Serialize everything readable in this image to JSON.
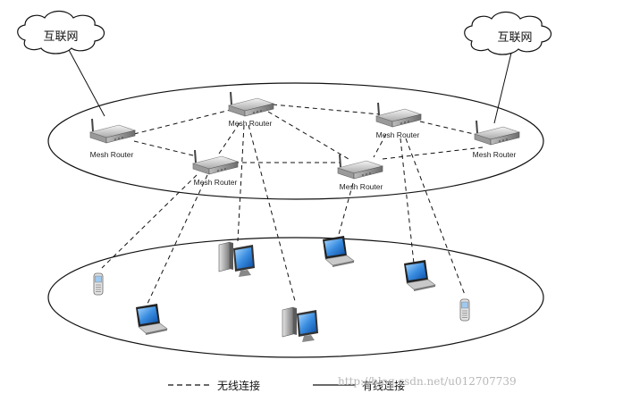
{
  "clouds": [
    {
      "label": "互联网"
    },
    {
      "label": "互联网"
    }
  ],
  "routers": [
    {
      "label": "Mesh Router"
    },
    {
      "label": "Mesh Router"
    },
    {
      "label": "Mesh Router"
    },
    {
      "label": "Mesh Router"
    },
    {
      "label": "Mesh Router"
    },
    {
      "label": "Mesh Router"
    }
  ],
  "legend": {
    "wireless": "无线连接",
    "wired": "有线连接"
  },
  "watermark": "http://blog.csdn.net/u012707739"
}
